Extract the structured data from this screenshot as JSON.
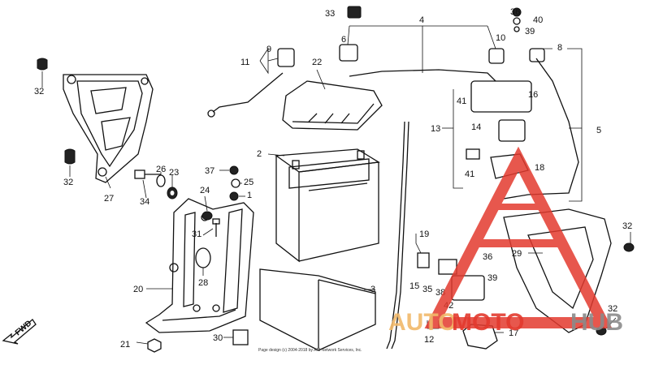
{
  "colors": {
    "watermark_red": "#e33a2e",
    "watermark_gold": "#f1b96a",
    "watermark_gray": "#8b8b8b",
    "line": "#111111"
  },
  "fwd_label": "FWD",
  "credit": "Page design (c) 2004-2018 by ARI Network Services, Inc.",
  "watermark": {
    "part1": "AUTO",
    "part2": "MOTO",
    "part3": "HUB"
  },
  "callouts": [
    {
      "id": "c1",
      "text": "1"
    },
    {
      "id": "c2",
      "text": "2"
    },
    {
      "id": "c3",
      "text": "3"
    },
    {
      "id": "c4",
      "text": "4"
    },
    {
      "id": "c5",
      "text": "5"
    },
    {
      "id": "c6",
      "text": "6"
    },
    {
      "id": "c8",
      "text": "8"
    },
    {
      "id": "c9",
      "text": "9"
    },
    {
      "id": "c10",
      "text": "10"
    },
    {
      "id": "c11",
      "text": "11"
    },
    {
      "id": "c12",
      "text": "12"
    },
    {
      "id": "c13",
      "text": "13"
    },
    {
      "id": "c14",
      "text": "14"
    },
    {
      "id": "c15",
      "text": "15"
    },
    {
      "id": "c16",
      "text": "16"
    },
    {
      "id": "c17",
      "text": "17"
    },
    {
      "id": "c18",
      "text": "18"
    },
    {
      "id": "c19",
      "text": "19"
    },
    {
      "id": "c20",
      "text": "20"
    },
    {
      "id": "c21",
      "text": "21"
    },
    {
      "id": "c22",
      "text": "22"
    },
    {
      "id": "c23",
      "text": "23"
    },
    {
      "id": "c24",
      "text": "24"
    },
    {
      "id": "c25",
      "text": "25"
    },
    {
      "id": "c26",
      "text": "26"
    },
    {
      "id": "c27",
      "text": "27"
    },
    {
      "id": "c28",
      "text": "28"
    },
    {
      "id": "c29",
      "text": "29"
    },
    {
      "id": "c30",
      "text": "30"
    },
    {
      "id": "c31",
      "text": "31"
    },
    {
      "id": "c32a",
      "text": "32"
    },
    {
      "id": "c32b",
      "text": "32"
    },
    {
      "id": "c32c",
      "text": "32"
    },
    {
      "id": "c32d",
      "text": "32"
    },
    {
      "id": "c33",
      "text": "33"
    },
    {
      "id": "c34",
      "text": "34"
    },
    {
      "id": "c35",
      "text": "35"
    },
    {
      "id": "c36a",
      "text": "36"
    },
    {
      "id": "c36b",
      "text": "36"
    },
    {
      "id": "c37",
      "text": "37"
    },
    {
      "id": "c38",
      "text": "38"
    },
    {
      "id": "c39a",
      "text": "39"
    },
    {
      "id": "c39b",
      "text": "39"
    },
    {
      "id": "c40",
      "text": "40"
    },
    {
      "id": "c41a",
      "text": "41"
    },
    {
      "id": "c41b",
      "text": "41"
    },
    {
      "id": "c42",
      "text": "42"
    }
  ]
}
